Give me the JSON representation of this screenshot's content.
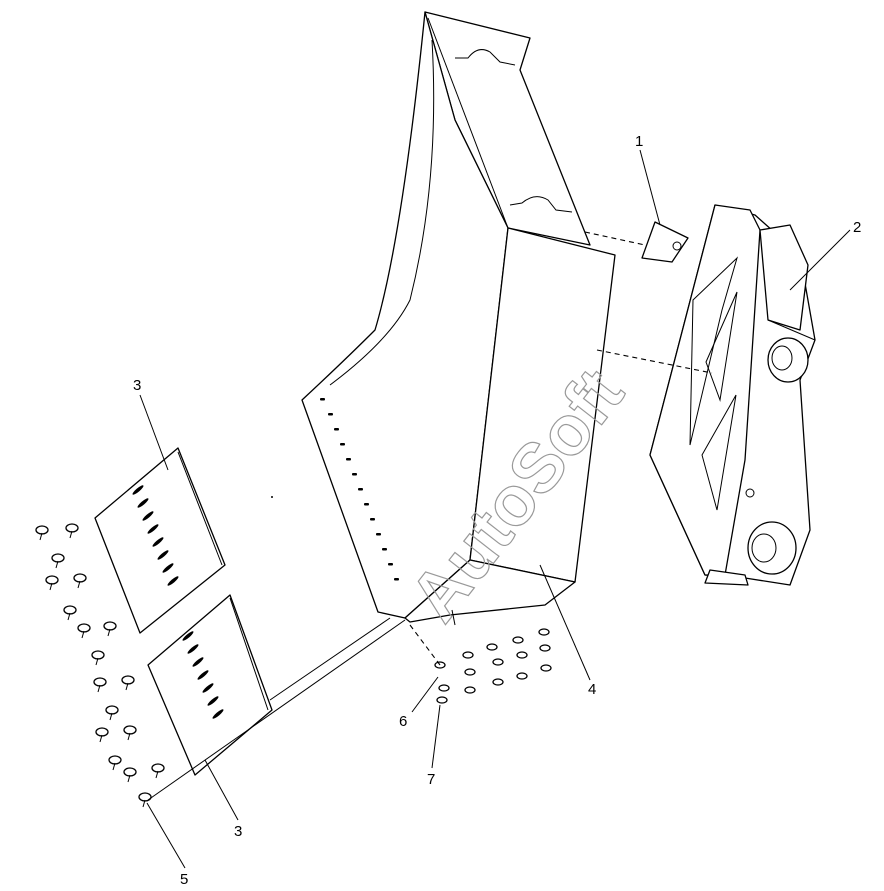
{
  "callouts": {
    "c1": "1",
    "c2": "2",
    "c3a": "3",
    "c3b": "3",
    "c4": "4",
    "c5": "5",
    "c6": "6",
    "c7": "7"
  },
  "watermark": "AutoSoft"
}
